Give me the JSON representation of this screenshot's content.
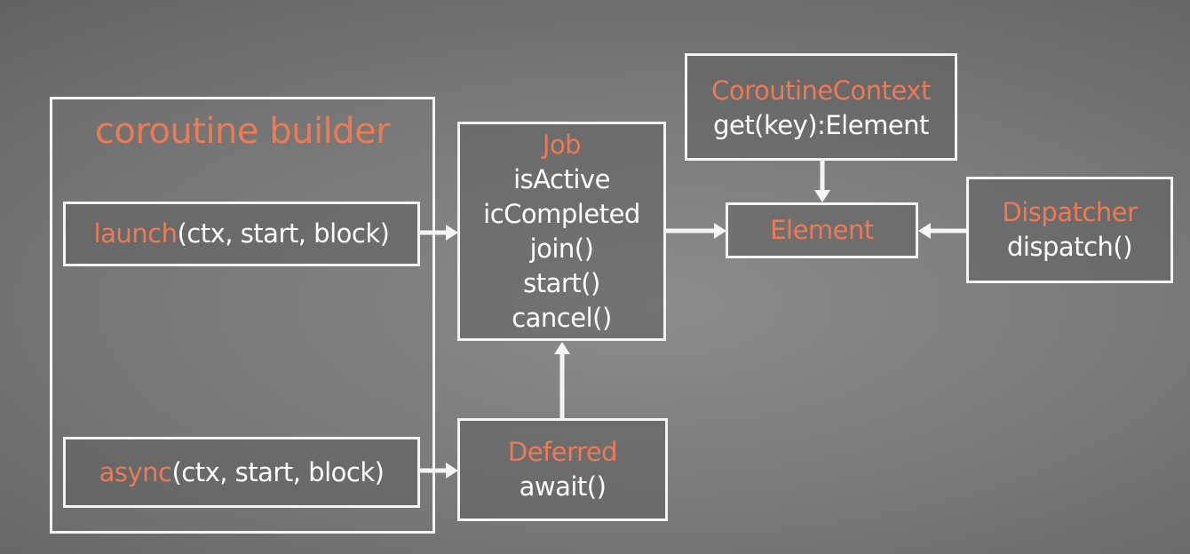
{
  "builder": {
    "title": "coroutine builder",
    "launch": {
      "name": "launch",
      "params": "(ctx, start, block)"
    },
    "async": {
      "name": "async",
      "params": "(ctx, start, block)"
    }
  },
  "job": {
    "title": "Job",
    "members": [
      "isActive",
      "icCompleted",
      "join()",
      "start()",
      "cancel()"
    ]
  },
  "deferred": {
    "title": "Deferred",
    "members": [
      "await()"
    ]
  },
  "coroutine_context": {
    "title": "CoroutineContext",
    "members": [
      "get(key):Element"
    ]
  },
  "element": {
    "title": "Element"
  },
  "dispatcher": {
    "title": "Dispatcher",
    "members": [
      "dispatch()"
    ]
  },
  "colors": {
    "accent": "#ec7a55",
    "line": "#f4f4f4",
    "text": "#ffffff"
  }
}
